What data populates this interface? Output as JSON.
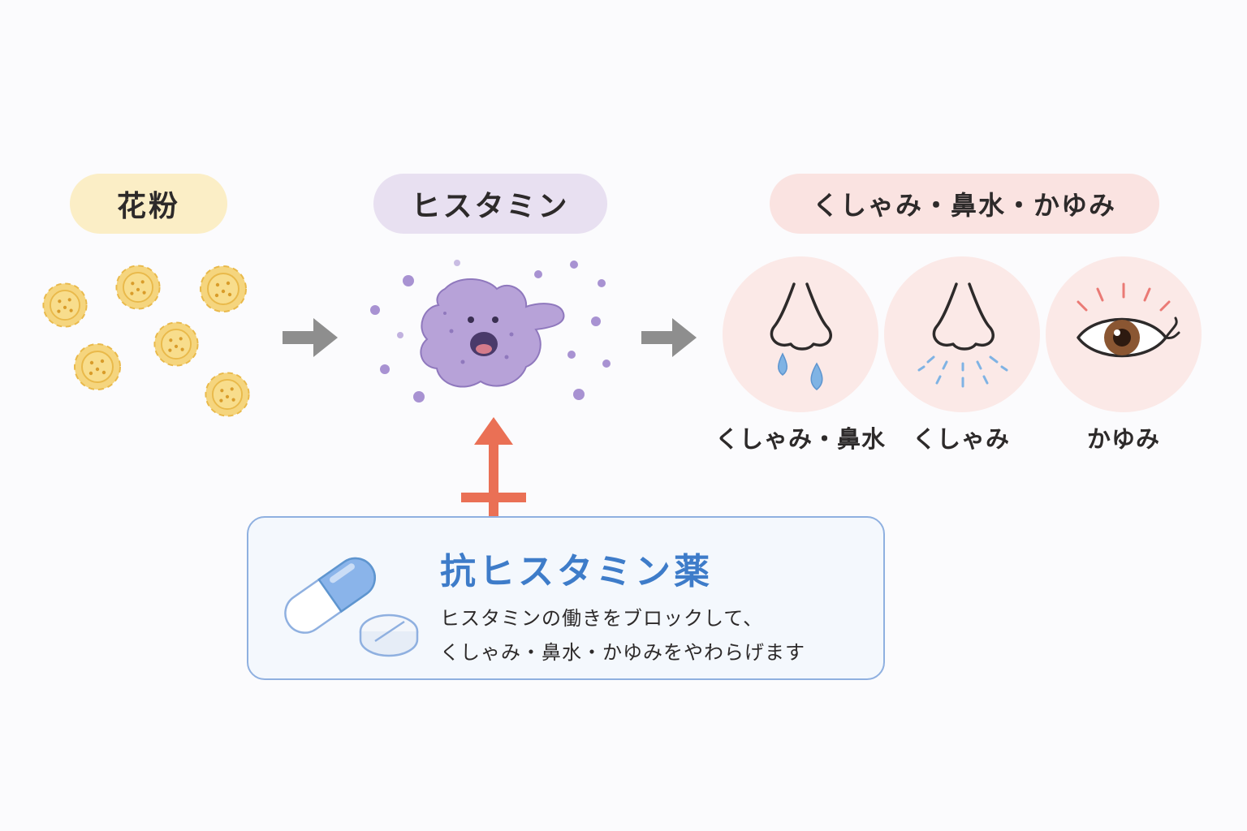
{
  "stages": {
    "pollen": {
      "label": "花粉",
      "color": "#fbeec6"
    },
    "histamine": {
      "label": "ヒスタミン",
      "color": "#e8e0f1"
    },
    "symptoms": {
      "label": "くしゃみ・鼻水・かゆみ",
      "color": "#fae3e1"
    }
  },
  "symptoms": [
    {
      "label": "くしゃみ・鼻水",
      "icon": "nose-with-drops-icon"
    },
    {
      "label": "くしゃみ",
      "icon": "nose-with-spray-icon"
    },
    {
      "label": "かゆみ",
      "icon": "itchy-eye-icon"
    }
  ],
  "drug": {
    "title": "抗ヒスタミン薬",
    "description_line1": "ヒスタミンの働きをブロックして、",
    "description_line2": "くしゃみ・鼻水・かゆみをやわらげます",
    "icon": "capsule-and-tablet-icon"
  },
  "colors": {
    "pollen": "#f3cf6a",
    "histamine": "#b7a2d8",
    "symptom_circle": "#fbe9e7",
    "arrow_gray": "#8e8e8e",
    "block_arrow": "#ea7055",
    "drug_accent": "#3e7cc9",
    "water_drop": "#7fb3e4"
  }
}
